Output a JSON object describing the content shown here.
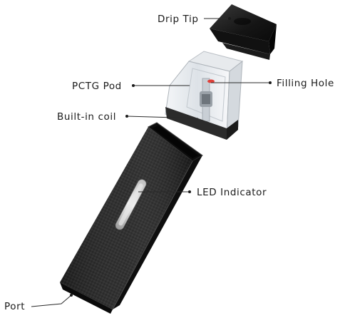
{
  "labels": {
    "drip_tip": "Drip Tip",
    "pctg_pod": "PCTG Pod",
    "filling_hole": "Filling Hole",
    "built_in_coil": "Built-in coil",
    "led_indicator": "LED Indicator",
    "port": "Port"
  },
  "colors": {
    "body": "#1c1c1c",
    "pod_plastic": "#e9ecef",
    "label_text": "#1a1a1a",
    "filling_hole_accent": "#e0403a"
  }
}
